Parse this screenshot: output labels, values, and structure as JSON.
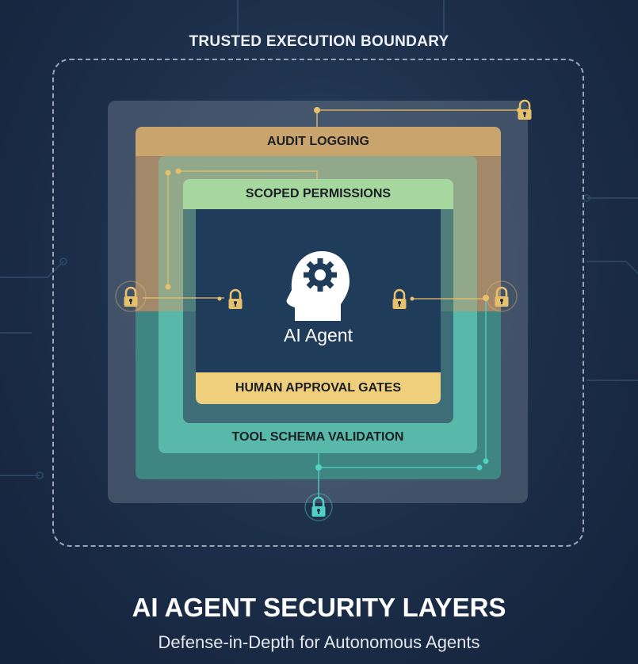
{
  "boundary_label": "TRUSTED EXECUTION BOUNDARY",
  "layers": {
    "audit": "AUDIT LOGGING",
    "scoped": "SCOPED PERMISSIONS",
    "gates": "HUMAN APPROVAL GATES",
    "schema": "TOOL SCHEMA VALIDATION"
  },
  "agent_label": "AI Agent",
  "title": "AI AGENT SECURITY LAYERS",
  "subtitle": "Defense-in-Depth for Autonomous Agents",
  "colors": {
    "gold": "#e6c06a",
    "teal": "#4fd1c5",
    "background": "#1b2d48"
  }
}
